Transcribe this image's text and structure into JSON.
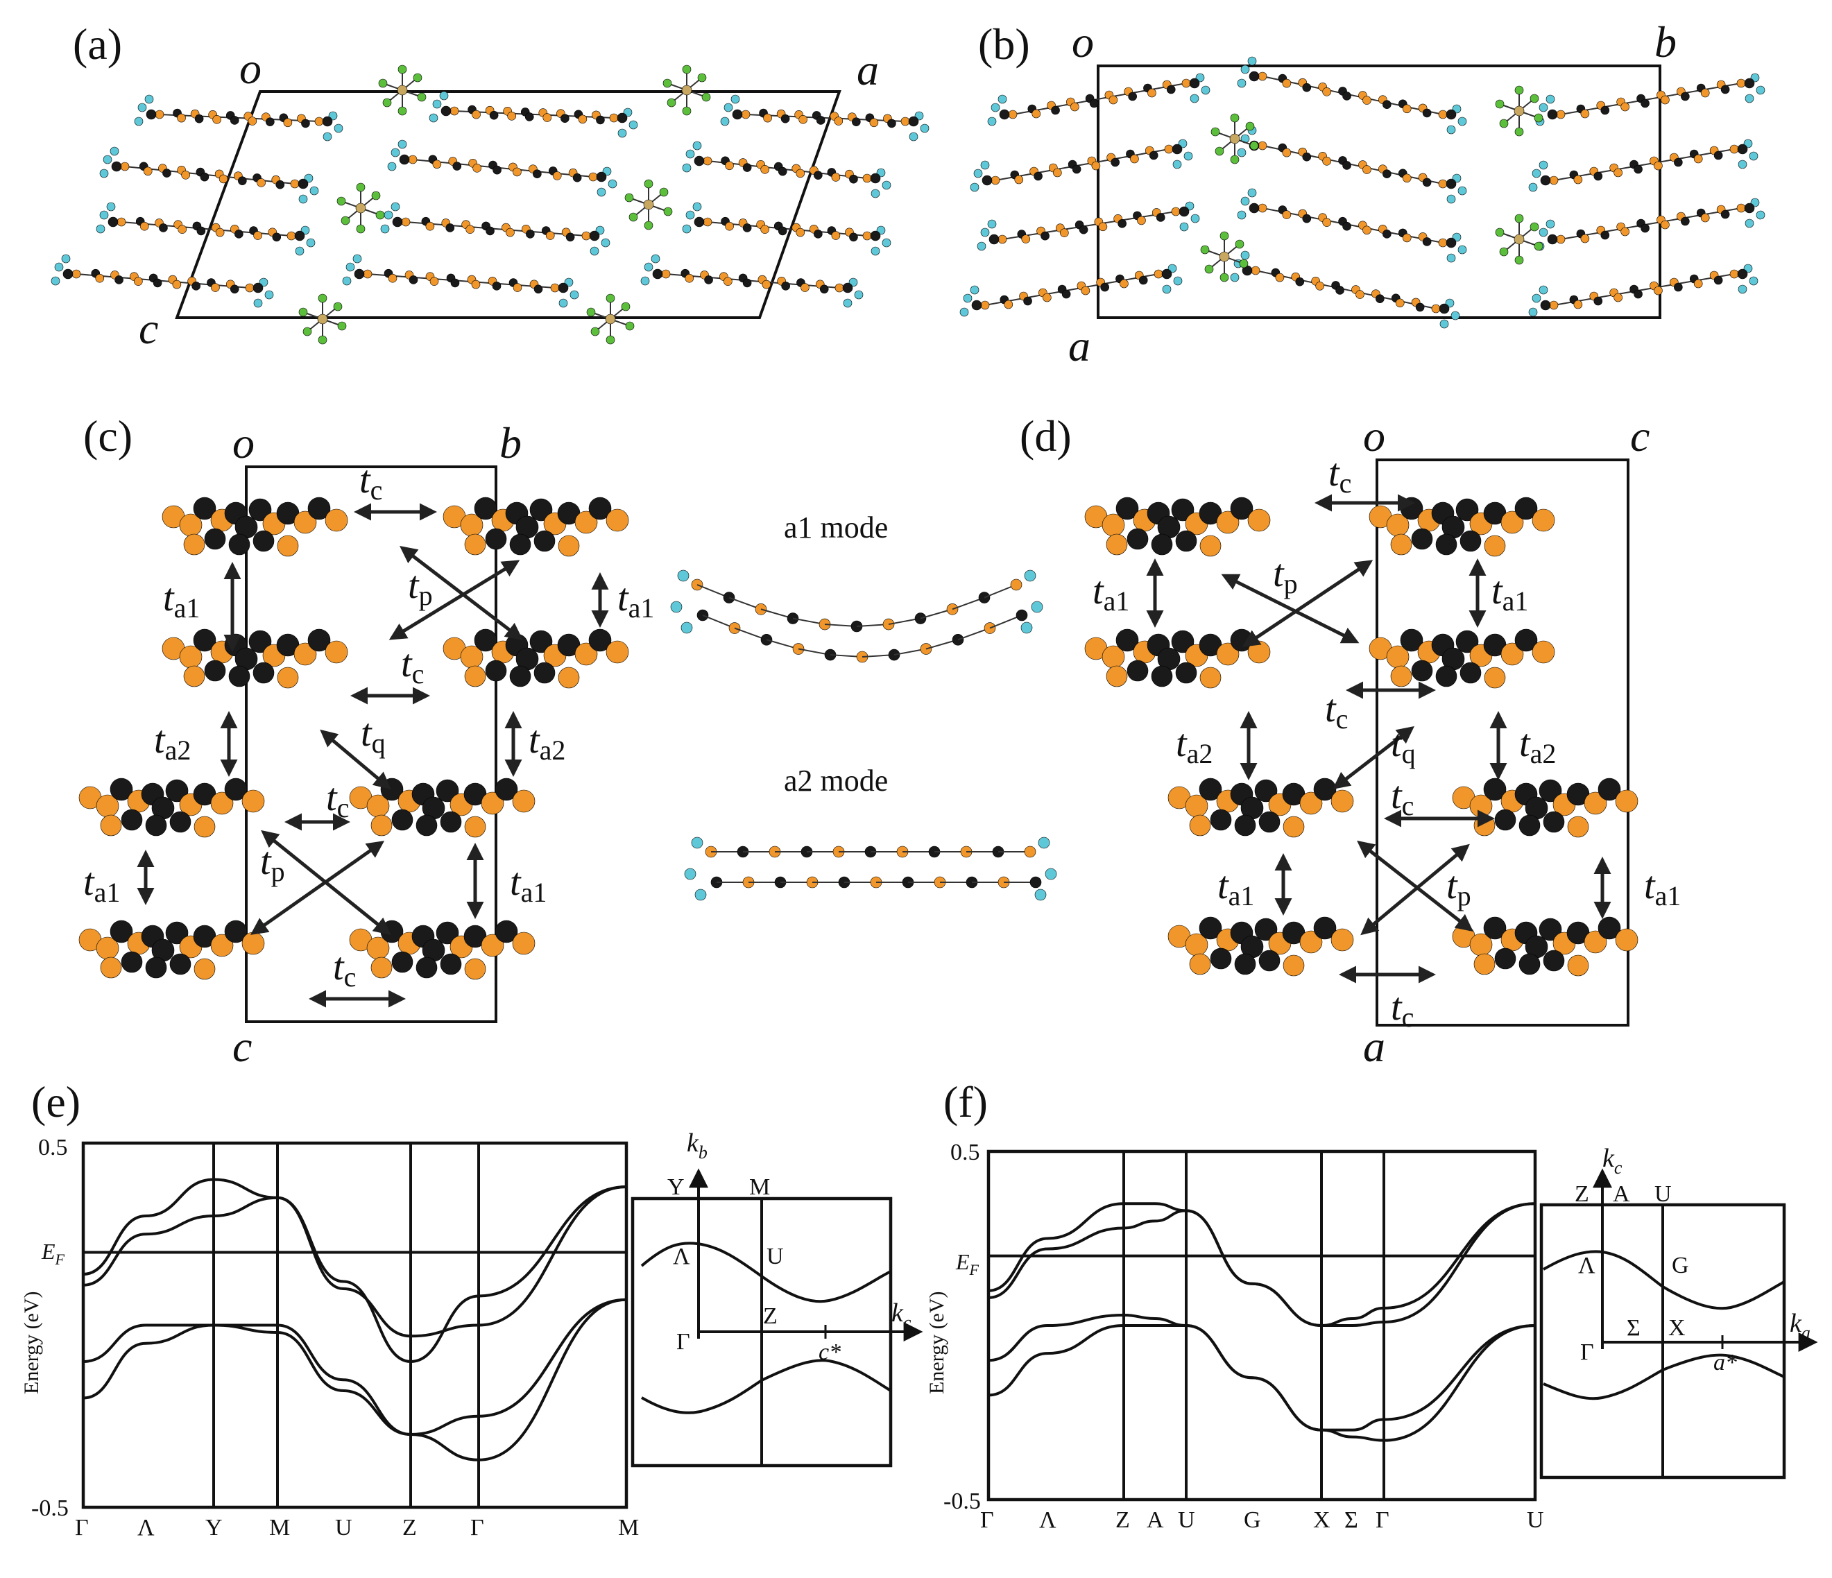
{
  "panels": {
    "a": {
      "label": "(a)",
      "axes": {
        "origin": "o",
        "horizontal": "a",
        "vertical": "c"
      }
    },
    "b": {
      "label": "(b)",
      "axes": {
        "origin": "o",
        "horizontal": "b",
        "vertical": "a"
      }
    },
    "c": {
      "label": "(c)",
      "axes": {
        "origin": "o",
        "horizontal": "b",
        "vertical": "c"
      },
      "transfer_integrals": [
        {
          "main": "t",
          "sub": "c"
        },
        {
          "main": "t",
          "sub": "a1"
        },
        {
          "main": "t",
          "sub": "p"
        },
        {
          "main": "t",
          "sub": "a2"
        },
        {
          "main": "t",
          "sub": "q"
        }
      ]
    },
    "d": {
      "label": "(d)",
      "axes": {
        "origin": "o",
        "horizontal": "c",
        "vertical": "a"
      }
    },
    "modes": {
      "a1": "a1 mode",
      "a2": "a2 mode"
    },
    "e": {
      "label": "(e)",
      "y_axis_label": "Energy (eV)",
      "fermi_label": "E",
      "fermi_sub": "F",
      "y_ticks": [
        "0.5",
        "-0.5"
      ],
      "k_points": [
        "Γ",
        "Λ",
        "Y",
        "M",
        "U",
        "Z",
        "Γ",
        "M"
      ],
      "bz": {
        "vertical_axis": {
          "main": "k",
          "sub": "b"
        },
        "horizontal_axis": {
          "main": "k",
          "sub": "c"
        },
        "points": [
          "Y",
          "M",
          "Λ",
          "U",
          "Γ",
          "Z"
        ],
        "recip": "c*"
      }
    },
    "f": {
      "label": "(f)",
      "y_axis_label": "Energy (eV)",
      "fermi_label": "E",
      "fermi_sub": "F",
      "y_ticks": [
        "0.5",
        "-0.5"
      ],
      "k_points": [
        "Γ",
        "Λ",
        "Z",
        "A",
        "U",
        "G",
        "X",
        "Σ",
        "Γ",
        "U"
      ],
      "bz": {
        "vertical_axis": {
          "main": "k",
          "sub": "c"
        },
        "horizontal_axis": {
          "main": "k",
          "sub": "a"
        },
        "points": [
          "Z",
          "A",
          "U",
          "Λ",
          "G",
          "Γ",
          "Σ",
          "X"
        ],
        "recip": "a*"
      }
    }
  },
  "colors": {
    "carbon": "#1a1a1a",
    "sulfur": "#f0962a",
    "hydrogen": "#5ec8d8",
    "fluorine": "#5cbf3c",
    "phosphorus": "#c8a860"
  },
  "chart_data": [
    {
      "type": "line",
      "title": "",
      "xlabel": "",
      "ylabel": "Energy (eV)",
      "ylim": [
        -0.5,
        0.5
      ],
      "categories": [
        "Γ",
        "Λ",
        "Y",
        "M",
        "U",
        "Z",
        "Γ",
        "M"
      ],
      "fermi_level": 0.2,
      "series": [
        {
          "values": [
            0.14,
            0.3,
            0.4,
            0.35,
            0.1,
            -0.03,
            0.0,
            0.38
          ]
        },
        {
          "values": [
            0.11,
            0.25,
            0.3,
            0.35,
            0.12,
            -0.1,
            0.08,
            0.38
          ]
        },
        {
          "values": [
            -0.1,
            0.0,
            0.0,
            0.0,
            -0.15,
            -0.3,
            -0.25,
            0.07
          ]
        },
        {
          "values": [
            -0.2,
            -0.05,
            0.0,
            -0.02,
            -0.18,
            -0.3,
            -0.37,
            0.07
          ]
        }
      ]
    },
    {
      "type": "line",
      "title": "",
      "xlabel": "",
      "ylabel": "Energy (eV)",
      "ylim": [
        -0.5,
        0.5
      ],
      "categories": [
        "Γ",
        "Λ",
        "Z",
        "A",
        "U",
        "G",
        "X",
        "Σ",
        "Γ",
        "U"
      ],
      "fermi_level": 0.2,
      "series": [
        {
          "values": [
            0.1,
            0.25,
            0.35,
            0.35,
            0.33,
            0.12,
            0.0,
            0.0,
            0.01,
            0.35
          ]
        },
        {
          "values": [
            0.08,
            0.22,
            0.28,
            0.3,
            0.33,
            0.12,
            0.0,
            0.02,
            0.05,
            0.35
          ]
        },
        {
          "values": [
            -0.1,
            0.0,
            0.03,
            0.02,
            0.0,
            -0.15,
            -0.3,
            -0.32,
            -0.33,
            0.0
          ]
        },
        {
          "values": [
            -0.2,
            -0.08,
            0.0,
            0.0,
            0.0,
            -0.15,
            -0.3,
            -0.3,
            -0.27,
            0.0
          ]
        }
      ]
    }
  ]
}
